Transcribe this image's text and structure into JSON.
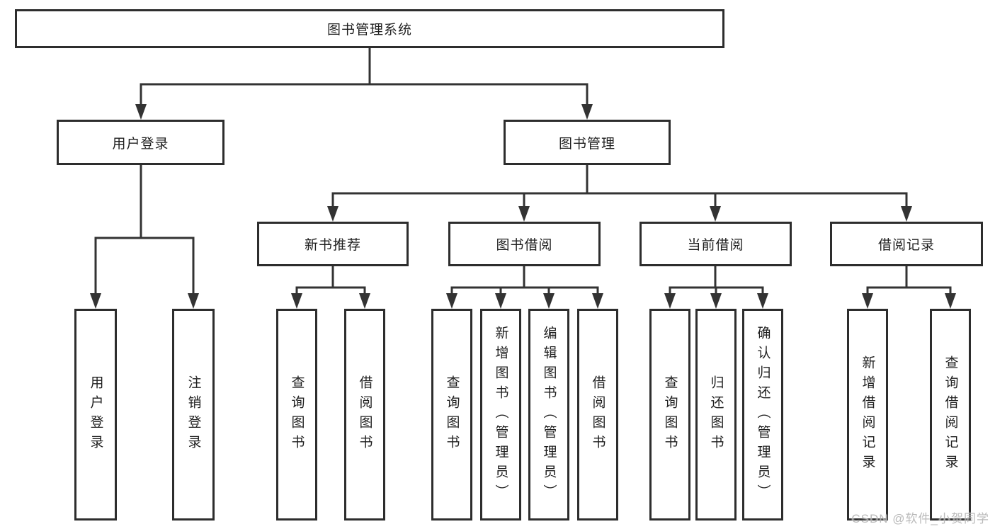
{
  "diagram": {
    "root": {
      "label": "图书管理系统"
    },
    "level1": [
      {
        "label": "用户登录"
      },
      {
        "label": "图书管理"
      }
    ],
    "level2": [
      {
        "label": "新书推荐",
        "parent": "图书管理"
      },
      {
        "label": "图书借阅",
        "parent": "图书管理"
      },
      {
        "label": "当前借阅",
        "parent": "图书管理"
      },
      {
        "label": "借阅记录",
        "parent": "图书管理"
      }
    ],
    "leaves": [
      {
        "label": "用户登录",
        "parent": "用户登录"
      },
      {
        "label": "注销登录",
        "parent": "用户登录"
      },
      {
        "label": "查询图书",
        "parent": "新书推荐"
      },
      {
        "label": "借阅图书",
        "parent": "新书推荐"
      },
      {
        "label": "查询图书",
        "parent": "图书借阅"
      },
      {
        "label": "新增图书（管理员）",
        "parent": "图书借阅"
      },
      {
        "label": "编辑图书（管理员）",
        "parent": "图书借阅"
      },
      {
        "label": "借阅图书",
        "parent": "图书借阅"
      },
      {
        "label": "查询图书",
        "parent": "当前借阅"
      },
      {
        "label": "归还图书",
        "parent": "当前借阅"
      },
      {
        "label": "确认归还（管理员）",
        "parent": "当前借阅"
      },
      {
        "label": "新增借阅记录",
        "parent": "借阅记录"
      },
      {
        "label": "查询借阅记录",
        "parent": "借阅记录"
      }
    ],
    "watermark": "CSDN @软件_小贺同学",
    "colors": {
      "line": "#333333",
      "box_border": "#2d2d2d",
      "text": "#1f1f1f",
      "background": "#ffffff",
      "watermark": "#b3b3b3"
    }
  }
}
